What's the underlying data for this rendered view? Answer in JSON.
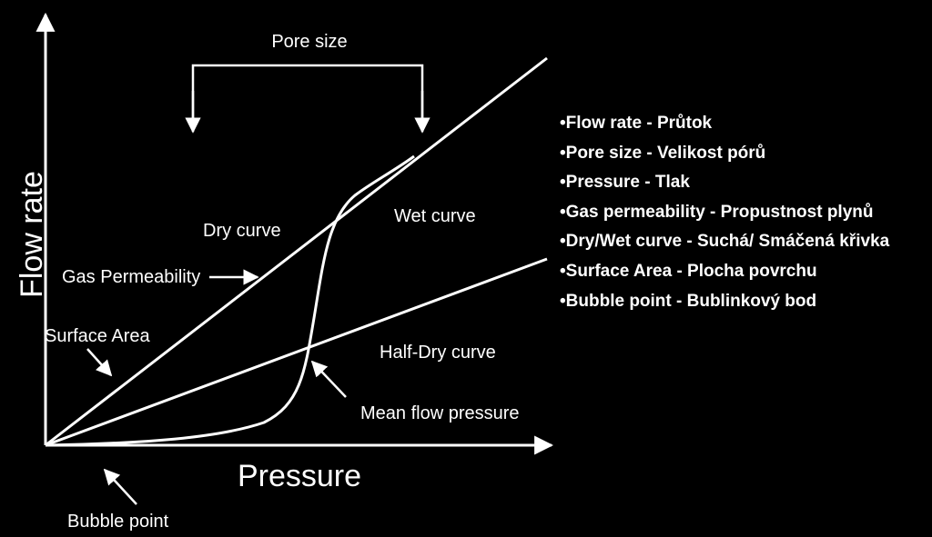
{
  "labels": {
    "pore_size": "Pore size",
    "y_axis": "Flow rate",
    "x_axis": "Pressure",
    "dry_curve": "Dry curve",
    "wet_curve": "Wet curve",
    "half_dry_curve": "Half-Dry curve",
    "gas_permeability": "Gas Permeability",
    "surface_area": "Surface Area",
    "mean_flow_pressure": "Mean flow pressure",
    "bubble_point": "Bubble point"
  },
  "legend": [
    "•Flow rate - Průtok",
    "•Pore size - Velikost pórů",
    "•Pressure - Tlak",
    "•Gas permeability -  Propustnost plynů",
    "•Dry/Wet curve -  Suchá/ Smáčená křivka",
    "•Surface Area - Plocha povrchu",
    "•Bubble point -  Bublinkový bod"
  ],
  "colors": {
    "background": "#000000",
    "foreground": "#ffffff"
  }
}
